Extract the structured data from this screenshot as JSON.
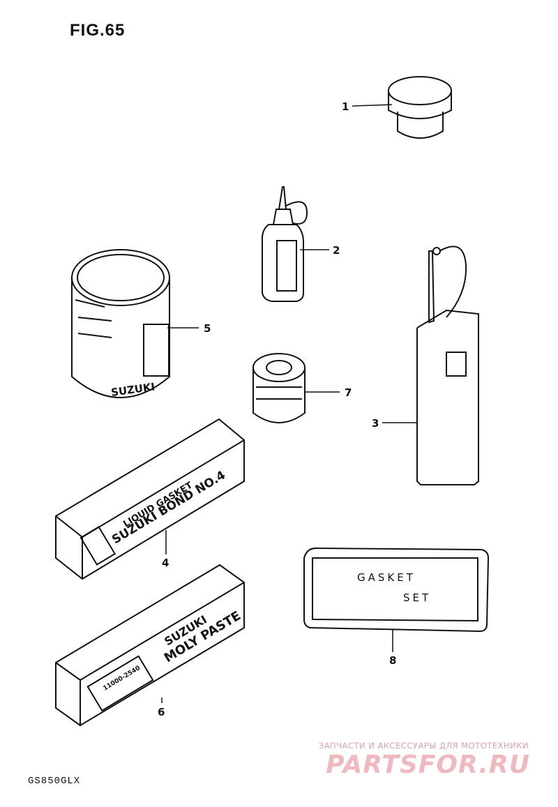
{
  "figure": {
    "title": "FIG.65",
    "model": "GS850GLX"
  },
  "callouts": [
    "1",
    "2",
    "3",
    "4",
    "5",
    "6",
    "7",
    "8"
  ],
  "parts": {
    "bond_box_text_1": "LIQUID GASKET",
    "bond_box_text_2": "SUZUKI BOND NO.4",
    "paste_box_text_1": "SUZUKI",
    "paste_box_text_2": "MOLY PASTE",
    "paste_box_code": "11000-2540",
    "can_text_1": "SUZUKI",
    "gasket_set_line1": "GASKET",
    "gasket_set_line2": "SET"
  },
  "watermark": {
    "tagline": "ЗАПЧАСТИ И АКСЕССУАРЫ ДЛЯ МОТОТЕХНИКИ",
    "logo": "PARTSFOR.RU"
  },
  "colors": {
    "ink": "#111111",
    "watermark": "#f0b9bf"
  }
}
